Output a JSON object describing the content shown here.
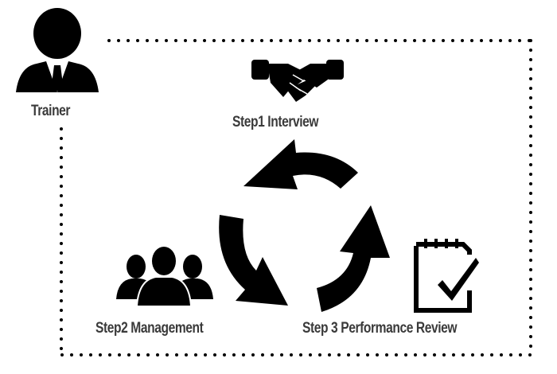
{
  "diagram": {
    "trainer": {
      "label": "Trainer",
      "icon": "businessman-icon"
    },
    "steps": [
      {
        "label": "Step1  Interview",
        "icon": "handshake-icon"
      },
      {
        "label": "Step2 Management",
        "icon": "team-icon"
      },
      {
        "label": "Step 3 Performance Review",
        "icon": "checklist-notepad-icon"
      }
    ],
    "cycle": {
      "icon": "cycle-arrows-icon",
      "count": 3
    },
    "colors": {
      "ink": "#000000",
      "text": "#3a3a3a",
      "background": "#ffffff"
    }
  }
}
